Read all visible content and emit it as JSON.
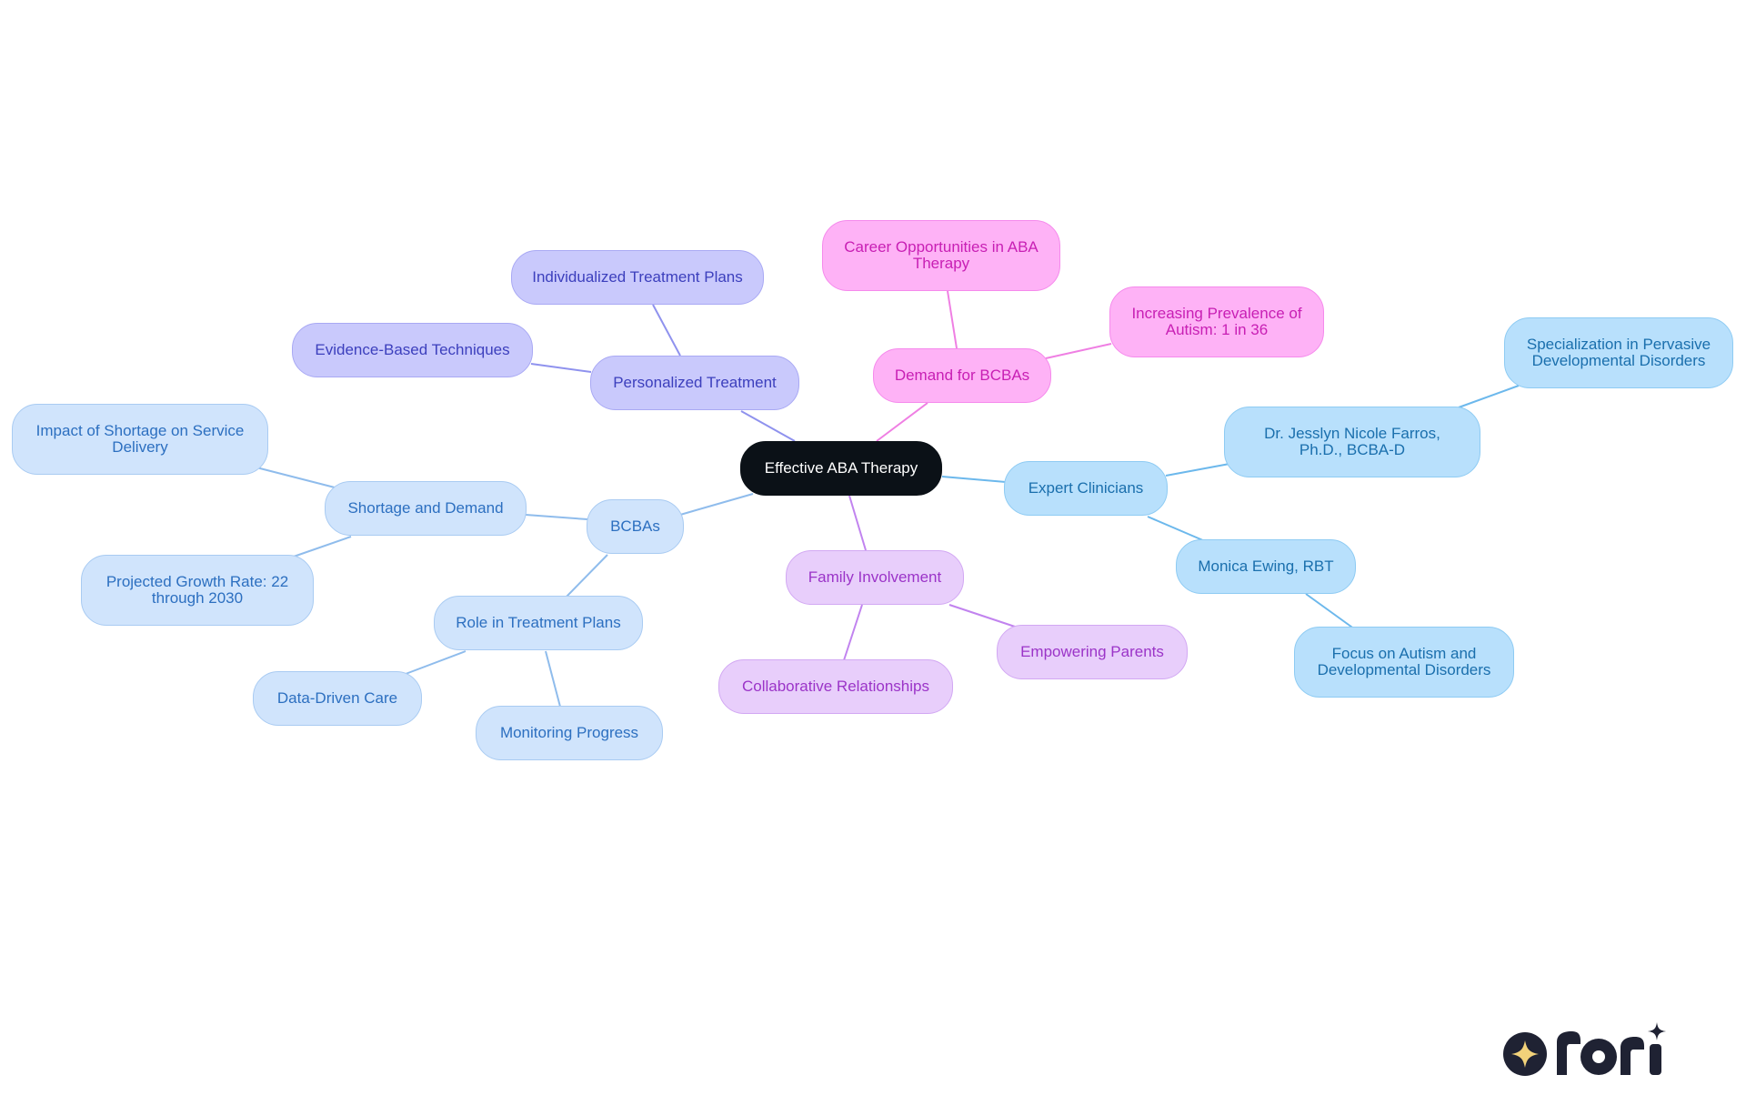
{
  "mindmap": {
    "root": "Effective ABA Therapy",
    "demand": {
      "label": "Demand for BCBAs",
      "children": [
        "Career Opportunities in ABA Therapy",
        "Increasing Prevalence of Autism: 1 in 36"
      ]
    },
    "personalized": {
      "label": "Personalized Treatment",
      "children": [
        "Individualized Treatment Plans",
        "Evidence-Based Techniques"
      ]
    },
    "experts": {
      "label": "Expert Clinicians",
      "children": [
        {
          "label": "Dr. Jesslyn Nicole Farros, Ph.D., BCBA-D",
          "child": "Specialization in Pervasive Developmental Disorders"
        },
        {
          "label": "Monica Ewing, RBT",
          "child": "Focus on Autism and Developmental Disorders"
        }
      ]
    },
    "family": {
      "label": "Family Involvement",
      "children": [
        "Empowering Parents",
        "Collaborative Relationships"
      ]
    },
    "bcbas": {
      "label": "BCBAs",
      "shortage": {
        "label": "Shortage and Demand",
        "children": [
          "Impact of Shortage on Service Delivery",
          "Projected Growth Rate: 22 through 2030"
        ]
      },
      "role": {
        "label": "Role in Treatment Plans",
        "children": [
          "Data-Driven Care",
          "Monitoring Progress"
        ]
      }
    }
  },
  "colors": {
    "root": "#0b1117",
    "demand": "#feb2f6",
    "personalized": "#c9c9fc",
    "experts": "#b8e0fc",
    "family": "#e8cefb",
    "bcbas": "#d0e4fc"
  },
  "logo": {
    "text": "rori",
    "icons": [
      "sparkle-icon",
      "star-icon"
    ]
  }
}
